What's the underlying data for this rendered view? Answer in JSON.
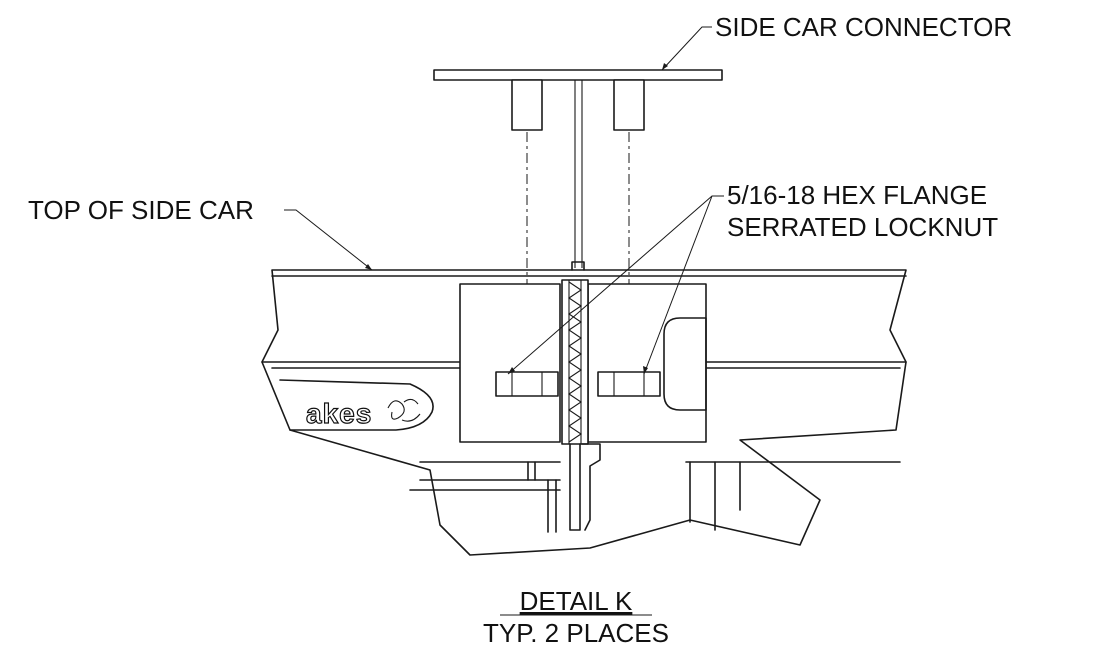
{
  "labels": {
    "side_car_connector": "SIDE CAR CONNECTOR",
    "top_of_side_car": "TOP OF SIDE CAR",
    "locknut_line1": "5/16-18 HEX FLANGE",
    "locknut_line2": "SERRATED LOCKNUT",
    "detail_title": "DETAIL  K",
    "detail_note": "TYP. 2 PLACES"
  },
  "logo_text": "akes",
  "colors": {
    "line": "#1a1a1a",
    "background": "#ffffff"
  }
}
